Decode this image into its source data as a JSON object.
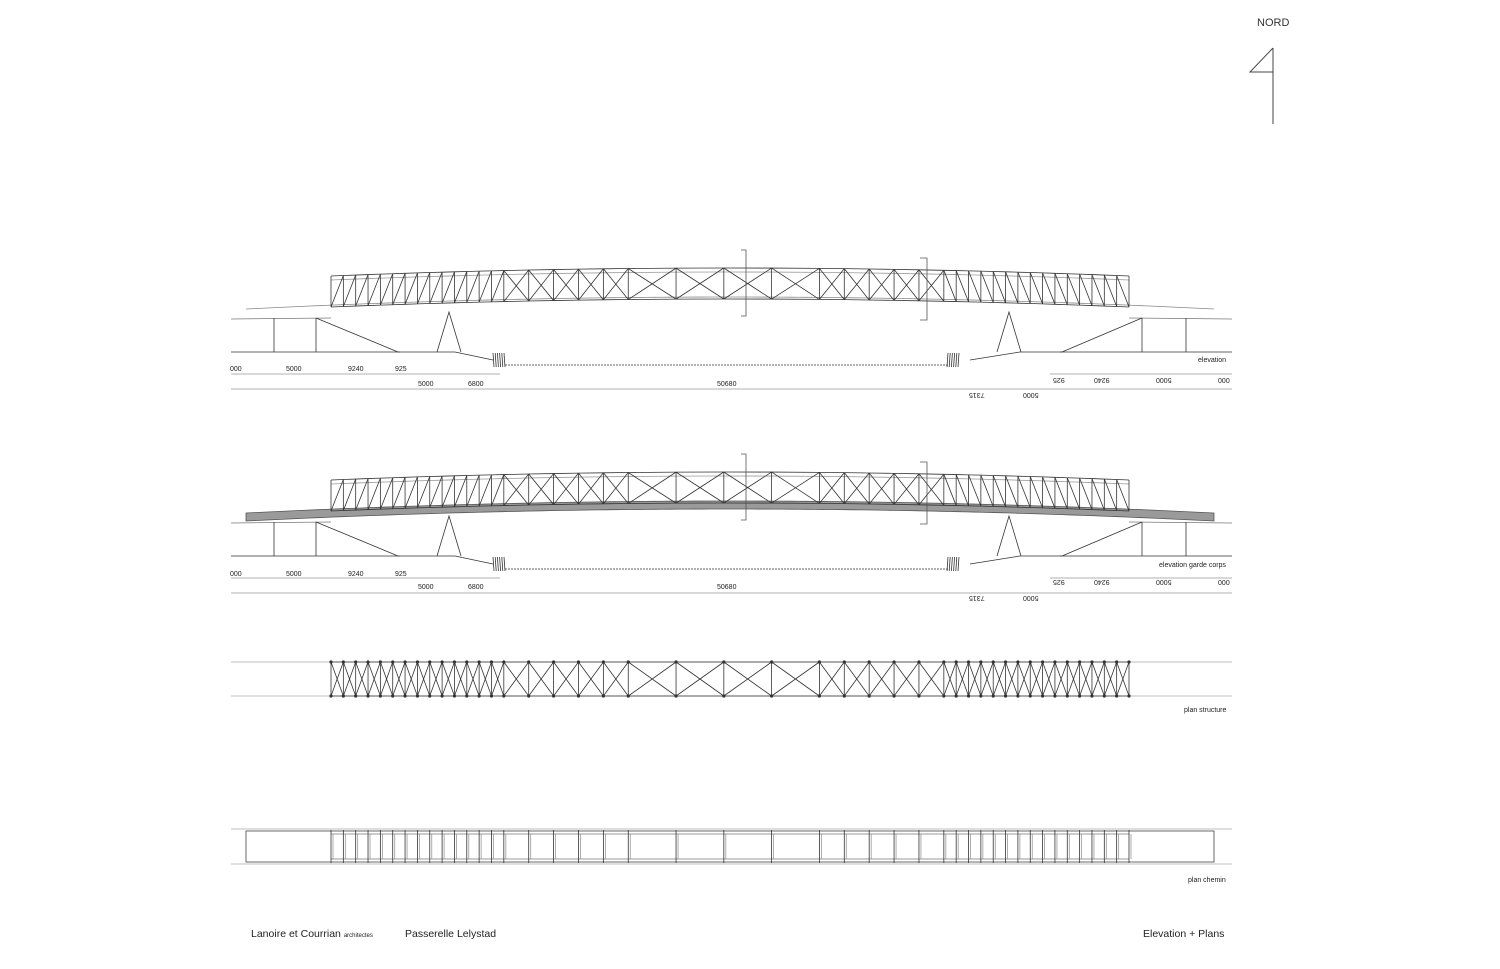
{
  "north": {
    "label": "NORD"
  },
  "views": [
    {
      "label": "elevation"
    },
    {
      "label": "elevation garde corps"
    },
    {
      "label": "plan structure"
    },
    {
      "label": "plan chemin"
    }
  ],
  "dimensions": {
    "row1": [
      "000",
      "5000",
      "9240",
      "925"
    ],
    "row1_mirrored": [
      "000",
      "5000",
      "9240",
      "925"
    ],
    "row2": [
      "5000",
      "6800",
      "50680"
    ],
    "row2_mirrored": [
      "7315",
      "5000"
    ]
  },
  "footer": {
    "office": "Lanoire et Courrian",
    "office_suffix": "architectes",
    "project": "Passerelle Lelystad",
    "sheet_title": "Elevation + Plans"
  }
}
